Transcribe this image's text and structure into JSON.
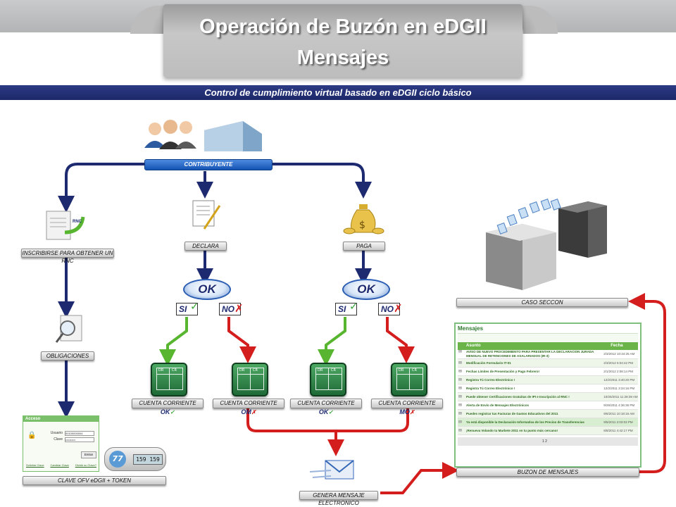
{
  "header": {
    "title_line1": "Operación de Buzón en eDGII",
    "title_line2": "Mensajes",
    "subtitle": "Control de cumplimiento virtual basado en eDGII ciclo básico"
  },
  "nodes": {
    "contribuyente": "CONTRIBUYENTE",
    "inscribirse": "INSCRIBIRSE PARA OBTENER UN RNC",
    "declara": "DECLARA",
    "paga": "PAGA",
    "obligaciones": "OBLIGACIONES",
    "clave": "CLAVE OFV eDGII + TOKEN",
    "caso_seccon": "CASO SECCON",
    "buzon": "BUZON DE MENSAJES",
    "genera": "GENERA MENSAJE ELECTRONICO"
  },
  "decisions": {
    "ok": "OK",
    "si": "SI",
    "no": "NO"
  },
  "accounts": [
    {
      "label": "CUENTA CORRIENTE",
      "code": "OK",
      "mark": "✓",
      "mark_color": "#3aa63a"
    },
    {
      "label": "CUENTA CORRIENTE",
      "code": "OM",
      "mark": "✗",
      "mark_color": "#d41e1e"
    },
    {
      "label": "CUENTA CORRIENTE",
      "code": "OK",
      "mark": "✓",
      "mark_color": "#3aa63a"
    },
    {
      "label": "CUENTA CORRIENTE",
      "code": "MO",
      "mark": "✗",
      "mark_color": "#d41e1e"
    }
  ],
  "icons": {
    "rnc_badge": "RNC",
    "ledger_dr": "DR",
    "ledger_cr": "CR"
  },
  "login": {
    "header": "Acceso",
    "user_label": "Usuario",
    "user_value": "00100000004",
    "pass_label": "Clave",
    "pass_value": "••••••••••",
    "enter_button": "Entrar",
    "links": [
      "Solicitar Clave",
      "Cambiar Clave",
      "Olvidó su Clave?"
    ]
  },
  "token": {
    "display": "159 159"
  },
  "messages": {
    "title": "Mensajes",
    "col_subject": "Asunto",
    "col_date": "Fecha",
    "rows": [
      {
        "subject": "AVISO DE NUEVO PROCEDIMIENTO PARA PRESENTAR LA DECLARACION JURADA MENSUAL DE RETENCIONES DE ASALARIADOS (IR-3)",
        "date": "2/3/2012 10:34:25 AM"
      },
      {
        "subject": "Modificación Formulario IT-01",
        "date": "2/3/2012 5:04:42 PM"
      },
      {
        "subject": "Fechas Límites de Presentación y Pago Febrero!",
        "date": "2/1/2012 2:08:14 PM"
      },
      {
        "subject": "Registra Tú Correo Electrónico !",
        "date": "12/2/2011 3:40:20 PM"
      },
      {
        "subject": "Registra Tú Correo Electrónico !",
        "date": "12/2/2011 3:34:16 PM"
      },
      {
        "subject": "Puede obtener Certificaciones Gratuitas de IPI e Inscripción al RNC !",
        "date": "10/25/2011 11:28:39 AM"
      },
      {
        "subject": "Alerta de Envío de Mensajes Electrónicos",
        "date": "9/26/2011 4:36:36 PM"
      },
      {
        "subject": "Puedes registrar tus Facturas de Gastos Educativos del 2011",
        "date": "9/6/2011 10:18:16 AM"
      },
      {
        "subject": "Ya está disponible la Declaración Informativa de los Precios de Transferencias",
        "date": "9/5/2011 2:03:03 PM"
      },
      {
        "subject": "¡Renueva Volando tu Marbete 2011 en tu punto más cercano!",
        "date": "8/8/2011 4:42:17 PM"
      }
    ],
    "pager": "1 2"
  },
  "colors": {
    "navy_arrow": "#1d2a70",
    "green_arrow": "#58b530",
    "red_arrow": "#d41e1e",
    "blue_bar": "#24327a"
  }
}
